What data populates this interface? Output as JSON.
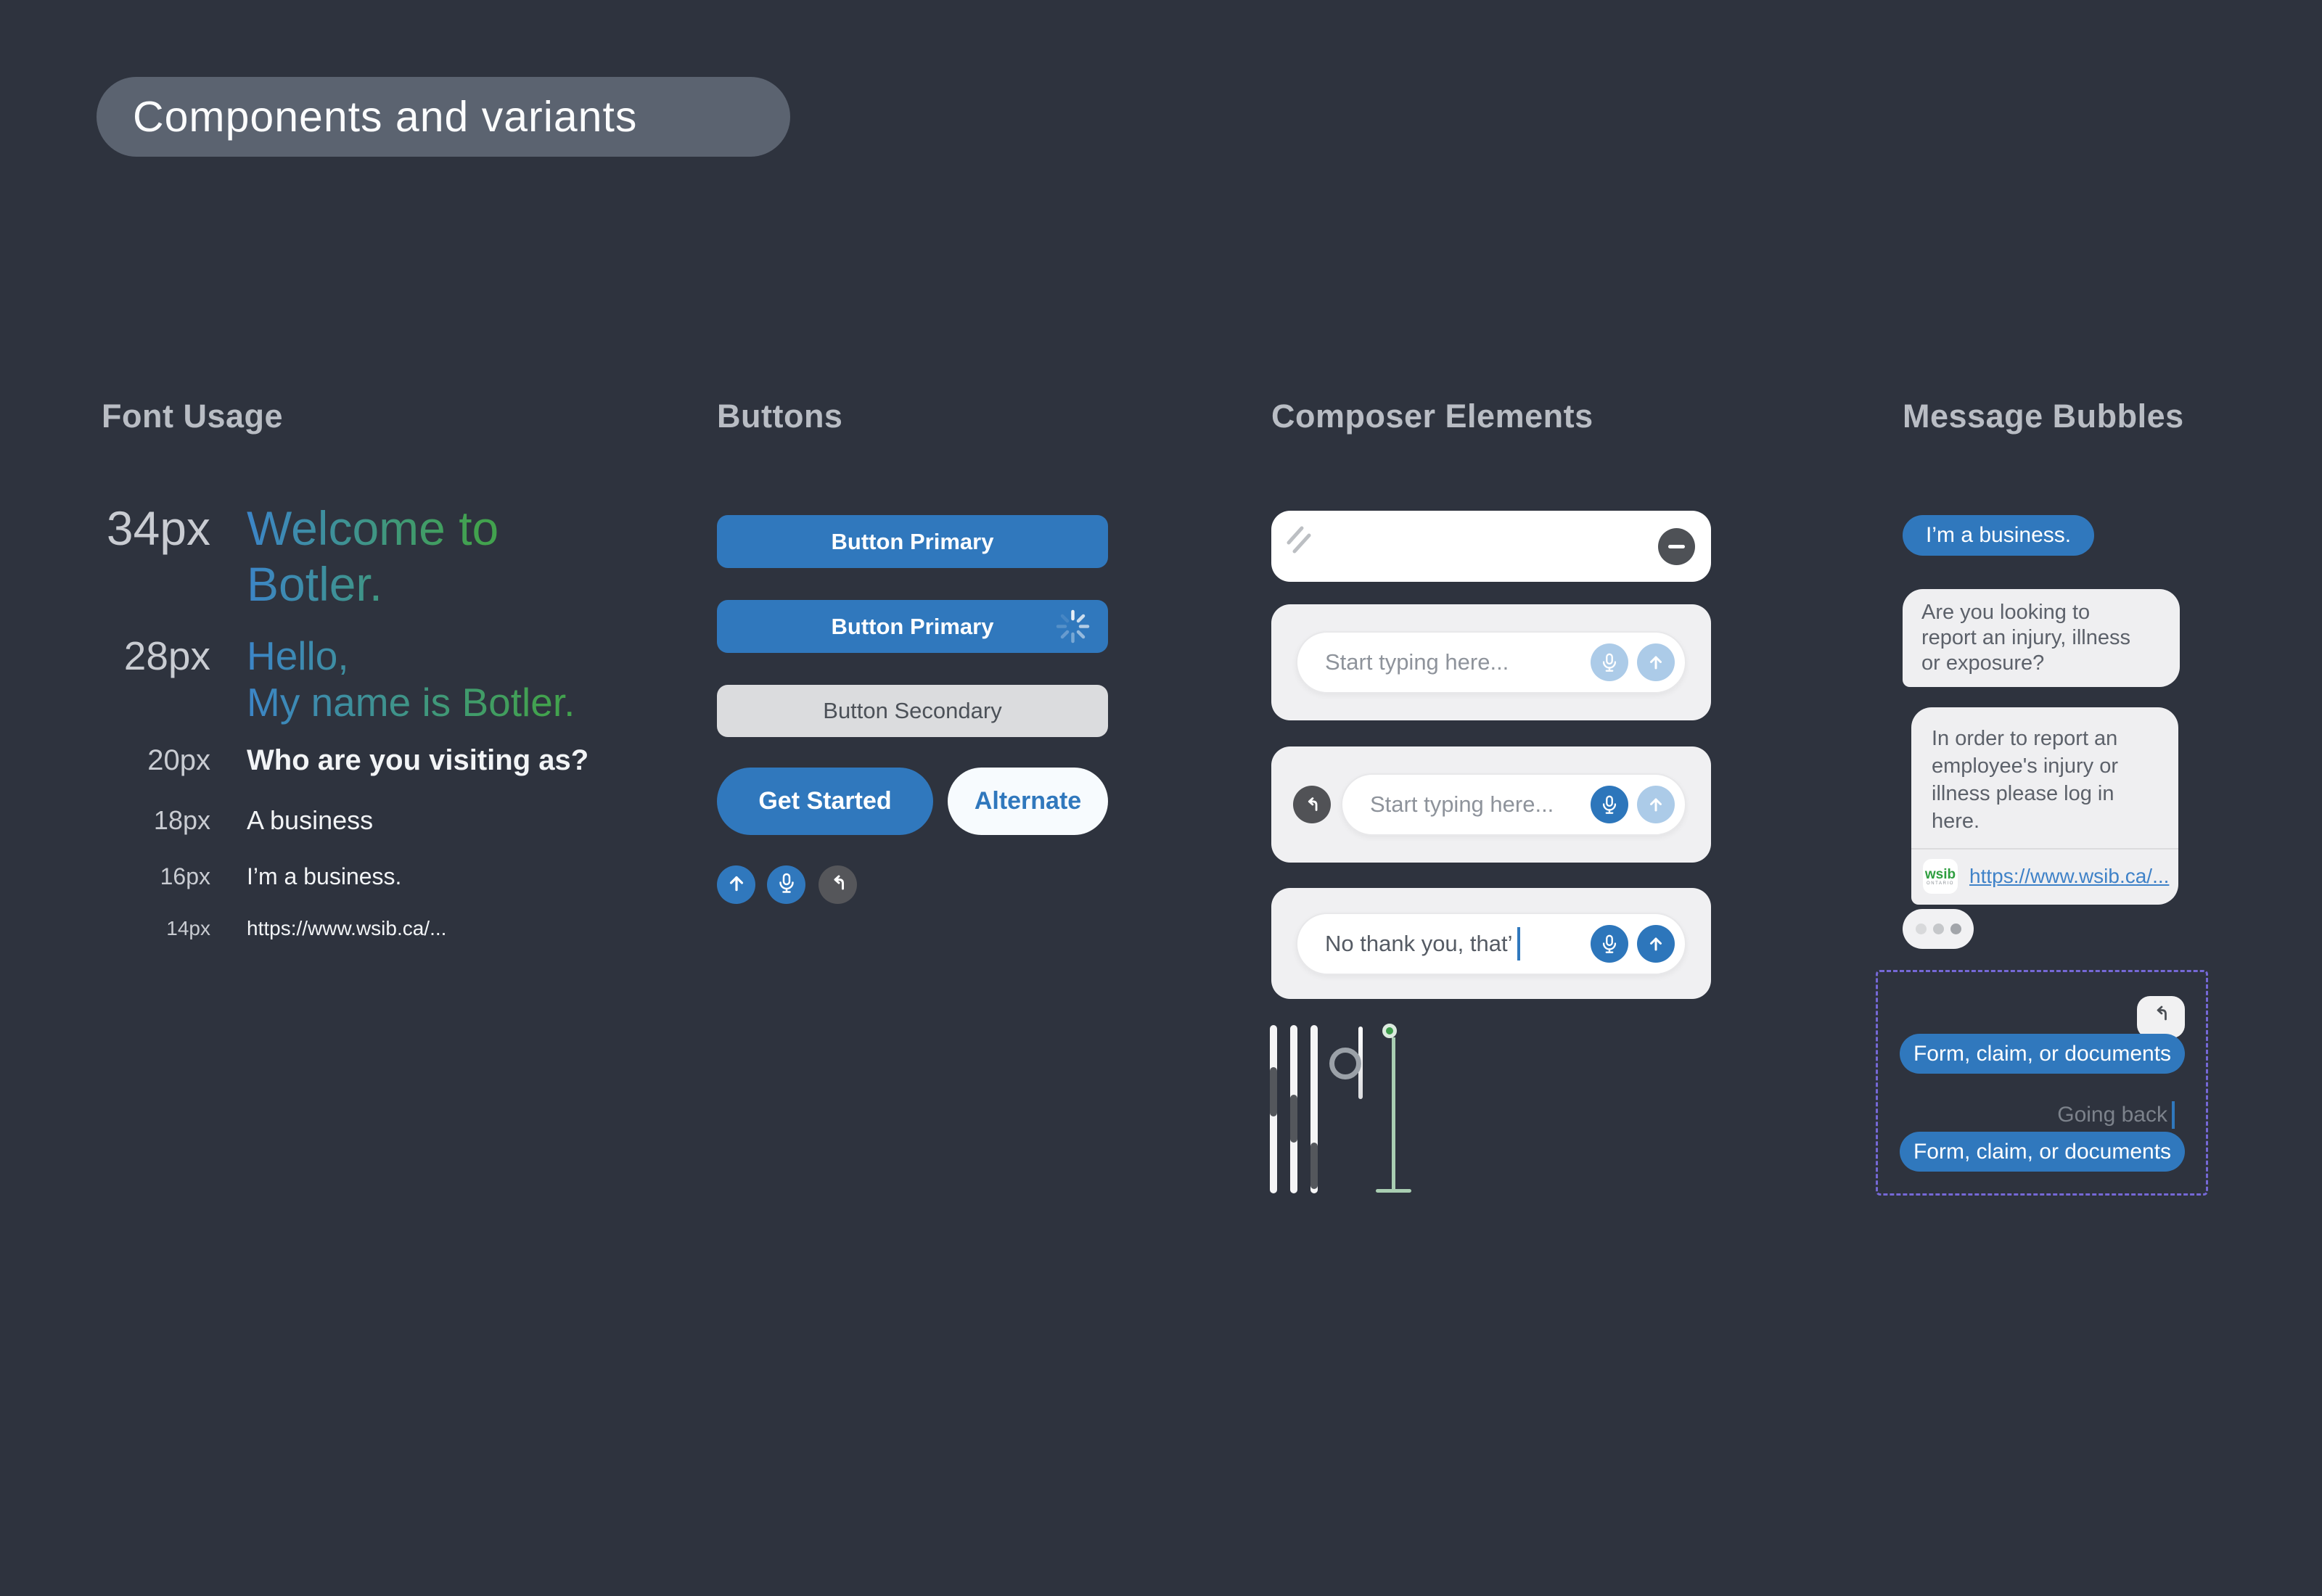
{
  "title": "Components and variants",
  "font_usage": {
    "header": "Font Usage",
    "rows": [
      {
        "size": "34px",
        "text": "Welcome to\nBotler."
      },
      {
        "size": "28px",
        "text": "Hello,\nMy name is Botler."
      },
      {
        "size": "20px",
        "text": "Who are you visiting as?"
      },
      {
        "size": "18px",
        "text": "A business"
      },
      {
        "size": "16px",
        "text": "I’m a business."
      },
      {
        "size": "14px",
        "text": "https://www.wsib.ca/..."
      }
    ]
  },
  "buttons": {
    "header": "Buttons",
    "primary_label": "Button Primary",
    "primary_loading_label": "Button Primary",
    "secondary_label": "Button Secondary",
    "get_started_label": "Get Started",
    "alternate_label": "Alternate",
    "icon_names": [
      "send-up-arrow",
      "microphone",
      "undo"
    ]
  },
  "composer": {
    "header": "Composer Elements",
    "input_placeholder": "Start typing here...",
    "typed_text": "No thank you, that’",
    "icon_names": [
      "resize-handle",
      "minimize-minus",
      "undo",
      "microphone",
      "send-up-arrow",
      "scrollbar",
      "knob-slider",
      "green-slider"
    ]
  },
  "bubbles": {
    "header": "Message Bubbles",
    "user_pill": "I’m a business.",
    "bot_question": "Are you looking to\nreport an injury, illness\nor exposure?",
    "bot_card_text": "In order to report an\nemployee's injury or\nillness please log in\nhere.",
    "wsib_logo_word": "wsib",
    "wsib_logo_sub": "ONTARIO",
    "link_text": "https://www.wsib.ca/...",
    "quick_reply_1": "Form, claim, or documents",
    "typing_text": "Going back",
    "quick_reply_2": "Form, claim, or documents"
  },
  "colors": {
    "background": "#2e333e",
    "primary_blue": "#3078bd",
    "light_blue_circle": "#accbe8",
    "gradient_blue": "#3c85c8",
    "gradient_green": "#42a24e",
    "wsib_green": "#2e9e3f",
    "link_blue": "#3f82c8",
    "dashed_purple": "#7568d6",
    "slider_green": "#3f9e4d"
  }
}
